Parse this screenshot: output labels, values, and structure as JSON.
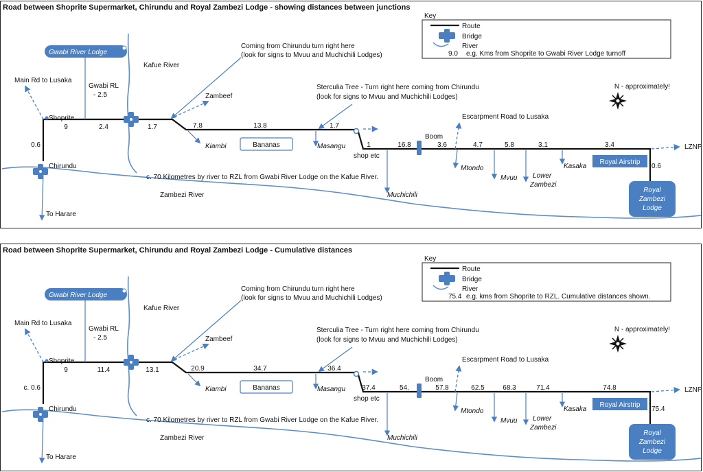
{
  "panels": [
    {
      "title": "Road between Shoprite Supermarket, Chirundu and Royal Zambezi Lodge - showing distances between junctions",
      "key": {
        "title": "Key",
        "route": "Route",
        "bridge": "Bridge",
        "river": "River",
        "example_value": "9.0",
        "example_text": "e.g. Kms from Shoprite to Gwabi River Lodge turnoff"
      },
      "distances": {
        "chirundu_shoprite": "0.6",
        "shoprite_gwabi": "9",
        "gwabi_bridge": "2.4",
        "bridge_turn": "1.7",
        "turn_kiambi": "7.8",
        "kiambi_masangu": "13.8",
        "masangu_sterculia": "1.7",
        "sterculia_muchichili": "1",
        "muchichili_boom": "16.8",
        "boom_escarpment": "3.6",
        "escarpment_mtondo": "4.7",
        "mtondo_mvuu": "5.8",
        "mvuu_lower": "3.1",
        "lower_airstrip": "3.4",
        "airstrip_rzl": "0.6"
      }
    },
    {
      "title": "Road between Shoprite Supermarket, Chirundu and Royal Zambezi Lodge - Cumulative distances",
      "key": {
        "title": "Key",
        "route": "Route",
        "bridge": "Bridge",
        "river": "River",
        "example_value": "75.4",
        "example_text": "e.g. kms from Shoprite to RZL.  Cumulative distances shown."
      },
      "distances": {
        "chirundu_shoprite": "c. 0.6",
        "shoprite_gwabi": "9",
        "gwabi_bridge": "11.4",
        "bridge_turn": "13.1",
        "turn_kiambi": "20.9",
        "kiambi_masangu": "34.7",
        "masangu_sterculia": "36.4",
        "sterculia_muchichili": "37.4",
        "muchichili_boom": "54.",
        "boom_escarpment": "57.8",
        "escarpment_mtondo": "62.5",
        "mtondo_mvuu": "68.3",
        "mvuu_lower": "71.4",
        "lower_airstrip": "74.8",
        "airstrip_rzl": "75.4"
      }
    }
  ],
  "labels": {
    "gwabi_lodge": "Gwabi River Lodge",
    "main_rd_lusaka": "Main Rd to Lusaka",
    "gwabi_rl_line1": "Gwabi RL",
    "gwabi_rl_line2": "- 2.5",
    "kafue_river": "Kafue River",
    "coming_line1": "Coming from Chirundu turn right here",
    "coming_line2": "(look for signs to Mvuu and Muchichili Lodges)",
    "zambeef": "Zambeef",
    "sterculia_line1": "Sterculia Tree - Turn right here coming from Chirundu",
    "sterculia_line2": "(look for signs to Mvuu and Muchichili Lodges)",
    "north": "N - approximately!",
    "shoprite": "Shoprite",
    "escarpment_road": "Escarpment Road to Lusaka",
    "boom": "Boom",
    "kiambi": "Kiambi",
    "bananas": "Bananas",
    "masangu": "Masangu",
    "shop_etc": "shop etc",
    "lznp": "LZNP",
    "chirundu": "Chirundu",
    "royal_airstrip": "Royal Airstrip",
    "river_distance": "c. 70  Kilometres by river to RZL from Gwabi River Lodge on the Kafue River.",
    "mtondo": "Mtondo",
    "mvuu": "Mvuu",
    "lower_line1": "Lower",
    "lower_line2": "Zambezi",
    "kasaka": "Kasaka",
    "zambezi_river": "Zambezi River",
    "muchichili": "Muchichili",
    "rzl_line1": "Royal",
    "rzl_line2": "Zambezi",
    "rzl_line3": "Lodge",
    "to_harare": "To Harare"
  },
  "colors": {
    "accent": "#4a7fc1",
    "river": "#5b8fc9",
    "route": "#111111",
    "box_fill": "#4a7fc1",
    "box_text": "#ffffff"
  }
}
